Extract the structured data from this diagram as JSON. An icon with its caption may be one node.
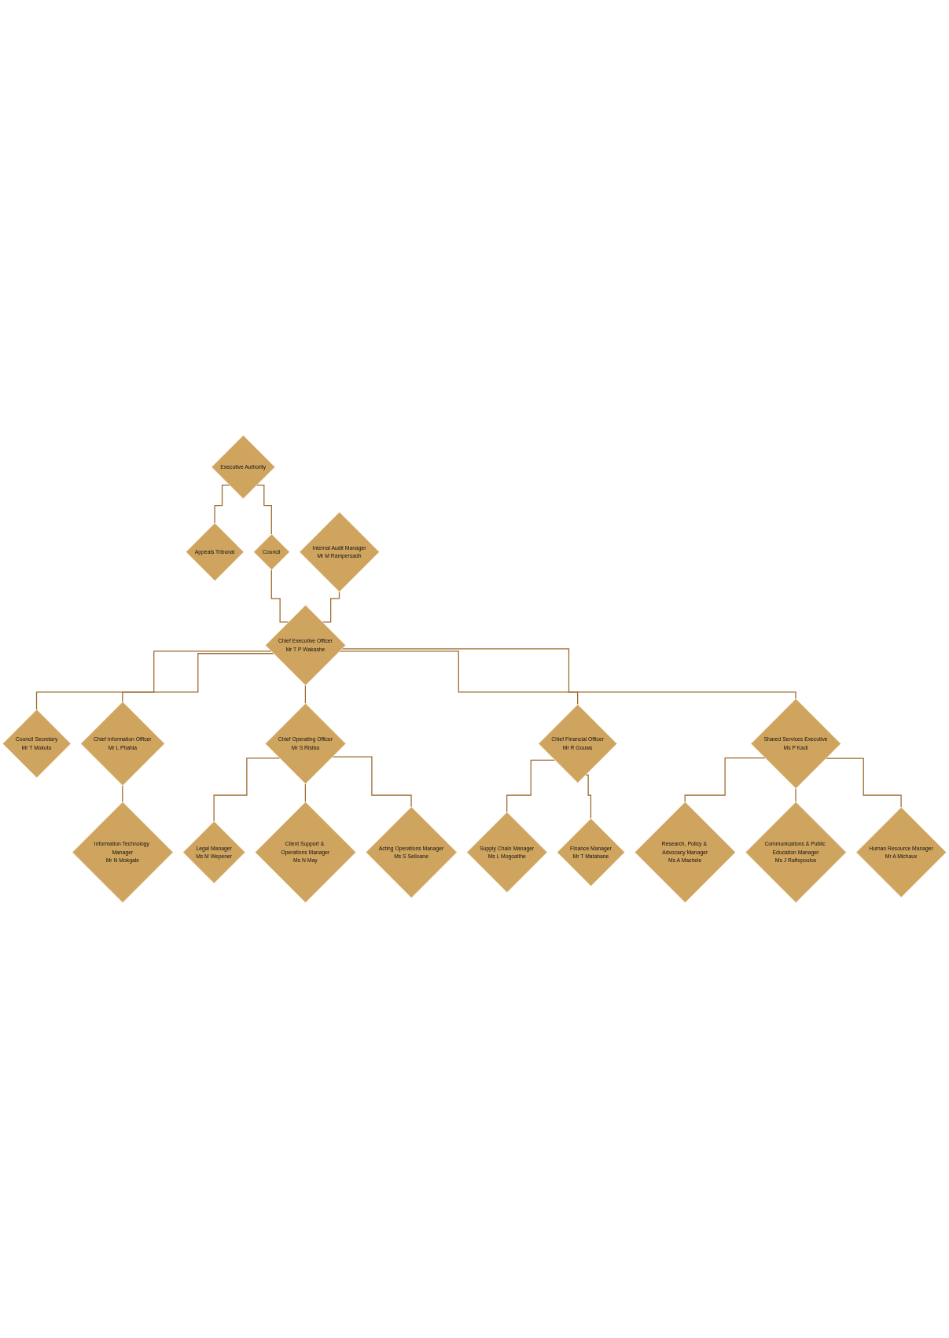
{
  "diagram": {
    "nodes": [
      {
        "text": [
          "Executive Authority"
        ]
      },
      {
        "text": [
          "Appeals Tribunal"
        ]
      },
      {
        "text": [
          "Council"
        ]
      },
      {
        "text": [
          "Internal Audit Manager",
          "Mr M Rampersadh"
        ]
      },
      {
        "text": [
          "Chief Executive Officer",
          "Mr T P Wakashe"
        ]
      },
      {
        "text": [
          "Council Secretary",
          "Mr T Mokutu"
        ]
      },
      {
        "text": [
          "Chief Information Officer",
          "Mr L Phahla"
        ]
      },
      {
        "text": [
          "Chief Operating Officer",
          "Mr S Risiba"
        ]
      },
      {
        "text": [
          "Chief Financial Officer",
          "Mr R Gouws"
        ]
      },
      {
        "text": [
          "Shared Services Executive",
          "Ms P Kadi"
        ]
      },
      {
        "text": [
          "Information Technology Manager",
          "Mr N Mokgale"
        ]
      },
      {
        "text": [
          "Legal Manager",
          "Ms M Wepener"
        ]
      },
      {
        "text": [
          "Supply Chain Manager",
          "Ms L Mogoatlhe"
        ]
      },
      {
        "text": [
          "Research, Policy & Advocacy Manager",
          "Ms A Mashele"
        ]
      },
      {
        "text": [
          "Client Support & Operations Manager",
          "Ms N May"
        ]
      },
      {
        "text": [
          "Finance Manager",
          "Mr T Matabane"
        ]
      },
      {
        "text": [
          "Communications & Public Education Manager",
          "Ms J Raftopoulos"
        ]
      },
      {
        "text": [
          "Acting Operations Manager",
          "Ms S Selloane"
        ]
      },
      {
        "text": [
          "Human Resource Manager",
          "Mr A Michaux"
        ]
      }
    ],
    "edges": [
      {
        "from": 0,
        "to": 1,
        "arrow": "none"
      },
      {
        "from": 0,
        "to": 2,
        "arrow": "none"
      },
      {
        "from": 2,
        "to": 4,
        "arrow": "none"
      },
      {
        "from": 3,
        "to": 4,
        "arrow": "none"
      },
      {
        "from": 4,
        "to": 5,
        "arrow": "none"
      },
      {
        "from": 4,
        "to": 6,
        "arrow": "none"
      },
      {
        "from": 4,
        "to": 7,
        "arrow": "none"
      },
      {
        "from": 4,
        "to": 8,
        "arrow": "none"
      },
      {
        "from": 4,
        "to": 9,
        "arrow": "none"
      },
      {
        "from": 6,
        "to": 10,
        "arrow": "none"
      },
      {
        "from": 7,
        "to": 11,
        "arrow": "none"
      },
      {
        "from": 7,
        "to": 14,
        "arrow": "none"
      },
      {
        "from": 7,
        "to": 17,
        "arrow": "none"
      },
      {
        "from": 8,
        "to": 12,
        "arrow": "none"
      },
      {
        "from": 8,
        "to": 15,
        "arrow": "none"
      },
      {
        "from": 9,
        "to": 13,
        "arrow": "none"
      },
      {
        "from": 9,
        "to": 16,
        "arrow": "none"
      },
      {
        "from": 9,
        "to": 18,
        "arrow": "none"
      }
    ]
  }
}
